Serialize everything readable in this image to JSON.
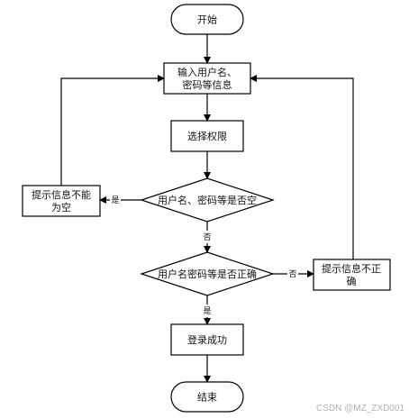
{
  "nodes": {
    "start": "开始",
    "input_line1": "输入用户名、",
    "input_line2": "密码等信息",
    "select_permission": "选择权限",
    "check_empty": "用户名、密码等是否空",
    "check_correct": "用户名密码等是否正确",
    "empty_msg_line1": "提示信息不能",
    "empty_msg_line2": "为空",
    "wrong_msg_line1": "提示信息不正",
    "wrong_msg_line2": "确",
    "login_success": "登录成功",
    "end": "结束"
  },
  "edges": {
    "empty_yes": "是",
    "empty_no": "否",
    "correct_no": "否",
    "correct_yes": "是"
  },
  "watermark": "CSDN @MZ_ZXD001",
  "colors": {
    "line": "#000000",
    "watermark": "#b0b0b0"
  }
}
